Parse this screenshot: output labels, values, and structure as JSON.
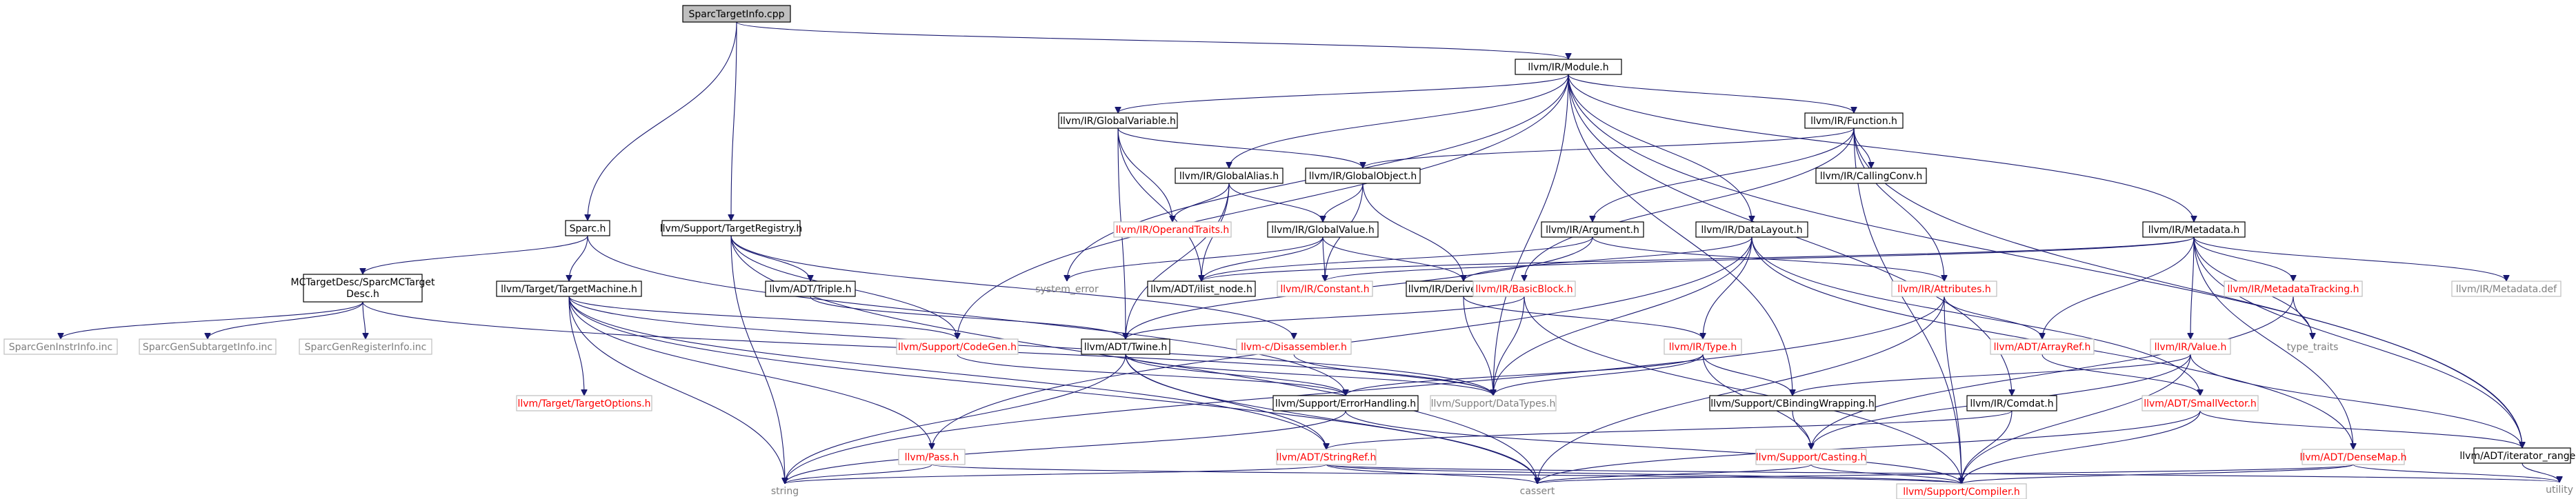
{
  "nodes": [
    {
      "id": "n_sparctargetinfo",
      "label": "SparcTargetInfo.cpp",
      "style": "root"
    },
    {
      "id": "n_module",
      "label": "llvm/IR/Module.h",
      "style": "black"
    },
    {
      "id": "n_sparc",
      "label": "Sparc.h",
      "style": "black"
    },
    {
      "id": "n_targetregistry",
      "label": "llvm/Support/TargetRegistry.h",
      "style": "black"
    },
    {
      "id": "n_globalvariable",
      "label": "llvm/IR/GlobalVariable.h",
      "style": "black"
    },
    {
      "id": "n_function",
      "label": "llvm/IR/Function.h",
      "style": "black"
    },
    {
      "id": "n_globalalias",
      "label": "llvm/IR/GlobalAlias.h",
      "style": "black"
    },
    {
      "id": "n_globalobject",
      "label": "llvm/IR/GlobalObject.h",
      "style": "black"
    },
    {
      "id": "n_callingconv",
      "label": "llvm/IR/CallingConv.h",
      "style": "black"
    },
    {
      "id": "n_operandtraits",
      "label": "llvm/IR/OperandTraits.h",
      "style": "red"
    },
    {
      "id": "n_globalvalue",
      "label": "llvm/IR/GlobalValue.h",
      "style": "black"
    },
    {
      "id": "n_argument",
      "label": "llvm/IR/Argument.h",
      "style": "black"
    },
    {
      "id": "n_datalayout",
      "label": "llvm/IR/DataLayout.h",
      "style": "black"
    },
    {
      "id": "n_metadata",
      "label": "llvm/IR/Metadata.h",
      "style": "black"
    },
    {
      "id": "n_mctargetdesc",
      "label": "MCTargetDesc/SparcMCTarget Desc.h",
      "label_lines": [
        "MCTargetDesc/SparcMCTarget",
        "Desc.h"
      ],
      "style": "black"
    },
    {
      "id": "n_targetmachine",
      "label": "llvm/Target/TargetMachine.h",
      "style": "black"
    },
    {
      "id": "n_triple",
      "label": "llvm/ADT/Triple.h",
      "style": "black"
    },
    {
      "id": "n_systemerror",
      "label": "system_error",
      "style": "plain"
    },
    {
      "id": "n_ilistnode",
      "label": "llvm/ADT/ilist_node.h",
      "style": "black"
    },
    {
      "id": "n_constant",
      "label": "llvm/IR/Constant.h",
      "style": "red"
    },
    {
      "id": "n_derivedtypes",
      "label": "llvm/IR/DerivedTypes.h",
      "style": "black"
    },
    {
      "id": "n_basicblock",
      "label": "llvm/IR/BasicBlock.h",
      "style": "red"
    },
    {
      "id": "n_attributes",
      "label": "llvm/IR/Attributes.h",
      "style": "red"
    },
    {
      "id": "n_metadatatracking",
      "label": "llvm/IR/MetadataTracking.h",
      "style": "red"
    },
    {
      "id": "n_metadatadef",
      "label": "llvm/IR/Metadata.def",
      "style": "grey"
    },
    {
      "id": "n_sparcgeninstrinfo",
      "label": "SparcGenInstrInfo.inc",
      "style": "grey"
    },
    {
      "id": "n_sparcgensubtargetinfo",
      "label": "SparcGenSubtargetInfo.inc",
      "style": "grey"
    },
    {
      "id": "n_sparcgenregisterinfo",
      "label": "SparcGenRegisterInfo.inc",
      "style": "grey"
    },
    {
      "id": "n_codegen",
      "label": "llvm/Support/CodeGen.h",
      "style": "red"
    },
    {
      "id": "n_twine",
      "label": "llvm/ADT/Twine.h",
      "style": "black"
    },
    {
      "id": "n_disassembler",
      "label": "llvm-c/Disassembler.h",
      "style": "red"
    },
    {
      "id": "n_type",
      "label": "llvm/IR/Type.h",
      "style": "red"
    },
    {
      "id": "n_arrayref",
      "label": "llvm/ADT/ArrayRef.h",
      "style": "red"
    },
    {
      "id": "n_value",
      "label": "llvm/IR/Value.h",
      "style": "red"
    },
    {
      "id": "n_typetraits",
      "label": "type_traits",
      "style": "plain"
    },
    {
      "id": "n_targetoptions",
      "label": "llvm/Target/TargetOptions.h",
      "style": "red"
    },
    {
      "id": "n_errorhandling",
      "label": "llvm/Support/ErrorHandling.h",
      "style": "black"
    },
    {
      "id": "n_datatypes",
      "label": "llvm/Support/DataTypes.h",
      "style": "grey"
    },
    {
      "id": "n_cbindingwrapping",
      "label": "llvm/Support/CBindingWrapping.h",
      "style": "black"
    },
    {
      "id": "n_comdat",
      "label": "llvm/IR/Comdat.h",
      "style": "black"
    },
    {
      "id": "n_smallvector",
      "label": "llvm/ADT/SmallVector.h",
      "style": "red"
    },
    {
      "id": "n_iteratorrange",
      "label": "llvm/ADT/iterator_range.h",
      "style": "black"
    },
    {
      "id": "n_pass",
      "label": "llvm/Pass.h",
      "style": "red"
    },
    {
      "id": "n_stringref",
      "label": "llvm/ADT/StringRef.h",
      "style": "red"
    },
    {
      "id": "n_casting",
      "label": "llvm/Support/Casting.h",
      "style": "red"
    },
    {
      "id": "n_densemap",
      "label": "llvm/ADT/DenseMap.h",
      "style": "red"
    },
    {
      "id": "n_string",
      "label": "string",
      "style": "plain"
    },
    {
      "id": "n_cassert",
      "label": "cassert",
      "style": "plain"
    },
    {
      "id": "n_compiler",
      "label": "llvm/Support/Compiler.h",
      "style": "red"
    },
    {
      "id": "n_utility",
      "label": "utility",
      "style": "plain"
    }
  ],
  "edges": [
    [
      "n_sparctargetinfo",
      "n_module"
    ],
    [
      "n_sparctargetinfo",
      "n_sparc"
    ],
    [
      "n_sparctargetinfo",
      "n_targetregistry"
    ],
    [
      "n_module",
      "n_globalvariable"
    ],
    [
      "n_module",
      "n_function"
    ],
    [
      "n_module",
      "n_globalalias"
    ],
    [
      "n_module",
      "n_datalayout"
    ],
    [
      "n_module",
      "n_metadata"
    ],
    [
      "n_module",
      "n_systemerror"
    ],
    [
      "n_module",
      "n_codegen"
    ],
    [
      "n_module",
      "n_datatypes"
    ],
    [
      "n_module",
      "n_cbindingwrapping"
    ],
    [
      "n_module",
      "n_comdat"
    ],
    [
      "n_module",
      "n_iteratorrange"
    ],
    [
      "n_sparc",
      "n_mctargetdesc"
    ],
    [
      "n_sparc",
      "n_targetmachine"
    ],
    [
      "n_sparc",
      "n_errorhandling"
    ],
    [
      "n_targetregistry",
      "n_triple"
    ],
    [
      "n_targetregistry",
      "n_codegen"
    ],
    [
      "n_targetregistry",
      "n_disassembler"
    ],
    [
      "n_targetregistry",
      "n_string"
    ],
    [
      "n_targetregistry",
      "n_cassert"
    ],
    [
      "n_globalvariable",
      "n_globalobject"
    ],
    [
      "n_globalvariable",
      "n_operandtraits"
    ],
    [
      "n_globalvariable",
      "n_ilistnode"
    ],
    [
      "n_globalvariable",
      "n_twine"
    ],
    [
      "n_function",
      "n_globalobject"
    ],
    [
      "n_function",
      "n_callingconv"
    ],
    [
      "n_function",
      "n_argument"
    ],
    [
      "n_function",
      "n_attributes"
    ],
    [
      "n_function",
      "n_basicblock"
    ],
    [
      "n_function",
      "n_iteratorrange"
    ],
    [
      "n_function",
      "n_compiler"
    ],
    [
      "n_globalalias",
      "n_globalvalue"
    ],
    [
      "n_globalalias",
      "n_operandtraits"
    ],
    [
      "n_globalalias",
      "n_ilistnode"
    ],
    [
      "n_globalalias",
      "n_twine"
    ],
    [
      "n_globalobject",
      "n_globalvalue"
    ],
    [
      "n_globalobject",
      "n_derivedtypes"
    ],
    [
      "n_globalobject",
      "n_constant"
    ],
    [
      "n_globalvalue",
      "n_constant"
    ],
    [
      "n_globalvalue",
      "n_systemerror"
    ],
    [
      "n_globalvalue",
      "n_derivedtypes"
    ],
    [
      "n_globalvalue",
      "n_ilistnode"
    ],
    [
      "n_argument",
      "n_ilistnode"
    ],
    [
      "n_argument",
      "n_twine"
    ],
    [
      "n_argument",
      "n_attributes"
    ],
    [
      "n_datalayout",
      "n_derivedtypes"
    ],
    [
      "n_datalayout",
      "n_type"
    ],
    [
      "n_datalayout",
      "n_smallvector"
    ],
    [
      "n_datalayout",
      "n_densemap"
    ],
    [
      "n_datalayout",
      "n_datatypes"
    ],
    [
      "n_datalayout",
      "n_pass"
    ],
    [
      "n_metadata",
      "n_metadatatracking"
    ],
    [
      "n_metadata",
      "n_value"
    ],
    [
      "n_metadata",
      "n_arrayref"
    ],
    [
      "n_metadata",
      "n_metadatadef"
    ],
    [
      "n_metadata",
      "n_constant"
    ],
    [
      "n_metadata",
      "n_ilistnode"
    ],
    [
      "n_metadata",
      "n_iteratorrange"
    ],
    [
      "n_metadata",
      "n_densemap"
    ],
    [
      "n_metadata",
      "n_typetraits"
    ],
    [
      "n_mctargetdesc",
      "n_sparcgeninstrinfo"
    ],
    [
      "n_mctargetdesc",
      "n_sparcgensubtargetinfo"
    ],
    [
      "n_mctargetdesc",
      "n_sparcgenregisterinfo"
    ],
    [
      "n_mctargetdesc",
      "n_datatypes"
    ],
    [
      "n_targetmachine",
      "n_codegen"
    ],
    [
      "n_targetmachine",
      "n_targetoptions"
    ],
    [
      "n_targetmachine",
      "n_pass"
    ],
    [
      "n_targetmachine",
      "n_stringref"
    ],
    [
      "n_targetmachine",
      "n_string"
    ],
    [
      "n_targetmachine",
      "n_cassert"
    ],
    [
      "n_targetmachine",
      "n_datatypes"
    ],
    [
      "n_triple",
      "n_twine"
    ],
    [
      "n_derivedtypes",
      "n_type"
    ],
    [
      "n_derivedtypes",
      "n_datatypes"
    ],
    [
      "n_basicblock",
      "n_twine"
    ],
    [
      "n_basicblock",
      "n_datatypes"
    ],
    [
      "n_basicblock",
      "n_compiler"
    ],
    [
      "n_attributes",
      "n_arrayref"
    ],
    [
      "n_attributes",
      "n_compiler"
    ],
    [
      "n_attributes",
      "n_cassert"
    ],
    [
      "n_attributes",
      "n_string"
    ],
    [
      "n_metadatatracking",
      "n_casting"
    ],
    [
      "n_metadatatracking",
      "n_typetraits"
    ],
    [
      "n_codegen",
      "n_errorhandling"
    ],
    [
      "n_twine",
      "n_stringref"
    ],
    [
      "n_twine",
      "n_datatypes"
    ],
    [
      "n_twine",
      "n_errorhandling"
    ],
    [
      "n_twine",
      "n_string"
    ],
    [
      "n_twine",
      "n_cassert"
    ],
    [
      "n_disassembler",
      "n_datatypes"
    ],
    [
      "n_type",
      "n_cbindingwrapping"
    ],
    [
      "n_type",
      "n_casting"
    ],
    [
      "n_type",
      "n_datatypes"
    ],
    [
      "n_type",
      "n_errorhandling"
    ],
    [
      "n_arrayref",
      "n_smallvector"
    ],
    [
      "n_value",
      "n_cbindingwrapping"
    ],
    [
      "n_value",
      "n_casting"
    ],
    [
      "n_value",
      "n_iteratorrange"
    ],
    [
      "n_value",
      "n_compiler"
    ],
    [
      "n_errorhandling",
      "n_compiler"
    ],
    [
      "n_errorhandling",
      "n_string"
    ],
    [
      "n_cbindingwrapping",
      "n_casting"
    ],
    [
      "n_comdat",
      "n_stringref"
    ],
    [
      "n_comdat",
      "n_compiler"
    ],
    [
      "n_smallvector",
      "n_iteratorrange"
    ],
    [
      "n_smallvector",
      "n_compiler"
    ],
    [
      "n_smallvector",
      "n_cassert"
    ],
    [
      "n_iteratorrange",
      "n_utility"
    ],
    [
      "n_pass",
      "n_string"
    ],
    [
      "n_pass",
      "n_compiler"
    ],
    [
      "n_stringref",
      "n_compiler"
    ],
    [
      "n_stringref",
      "n_cassert"
    ],
    [
      "n_stringref",
      "n_string"
    ],
    [
      "n_stringref",
      "n_utility"
    ],
    [
      "n_casting",
      "n_compiler"
    ],
    [
      "n_casting",
      "n_cassert"
    ],
    [
      "n_densemap",
      "n_compiler"
    ],
    [
      "n_densemap",
      "n_utility"
    ],
    [
      "n_densemap",
      "n_cassert"
    ]
  ]
}
